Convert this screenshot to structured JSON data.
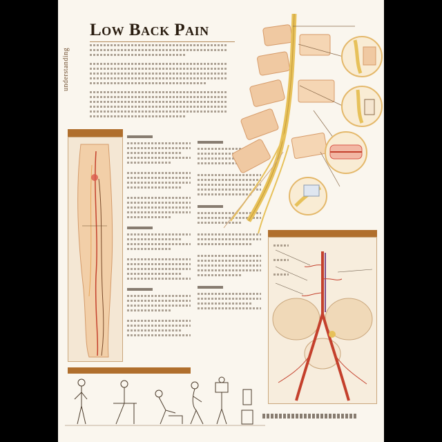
{
  "poster": {
    "title": "Low Back Pain",
    "side_tag": "understanding"
  },
  "colors": {
    "background": "#000000",
    "paper": "#faf6ee",
    "accent_banner": "#b06f2d",
    "nerve_yellow": "#e7c15a",
    "artery_red": "#c4402c",
    "bone": "#f0c9a2"
  },
  "icons": {
    "spine_diagram": "lumbar-spine-illustration",
    "leg_diagram": "sciatic-nerve-leg-illustration",
    "pelvis_diagram": "pelvis-vascular-illustration",
    "posture_figures": "posture-figures-illustration"
  }
}
